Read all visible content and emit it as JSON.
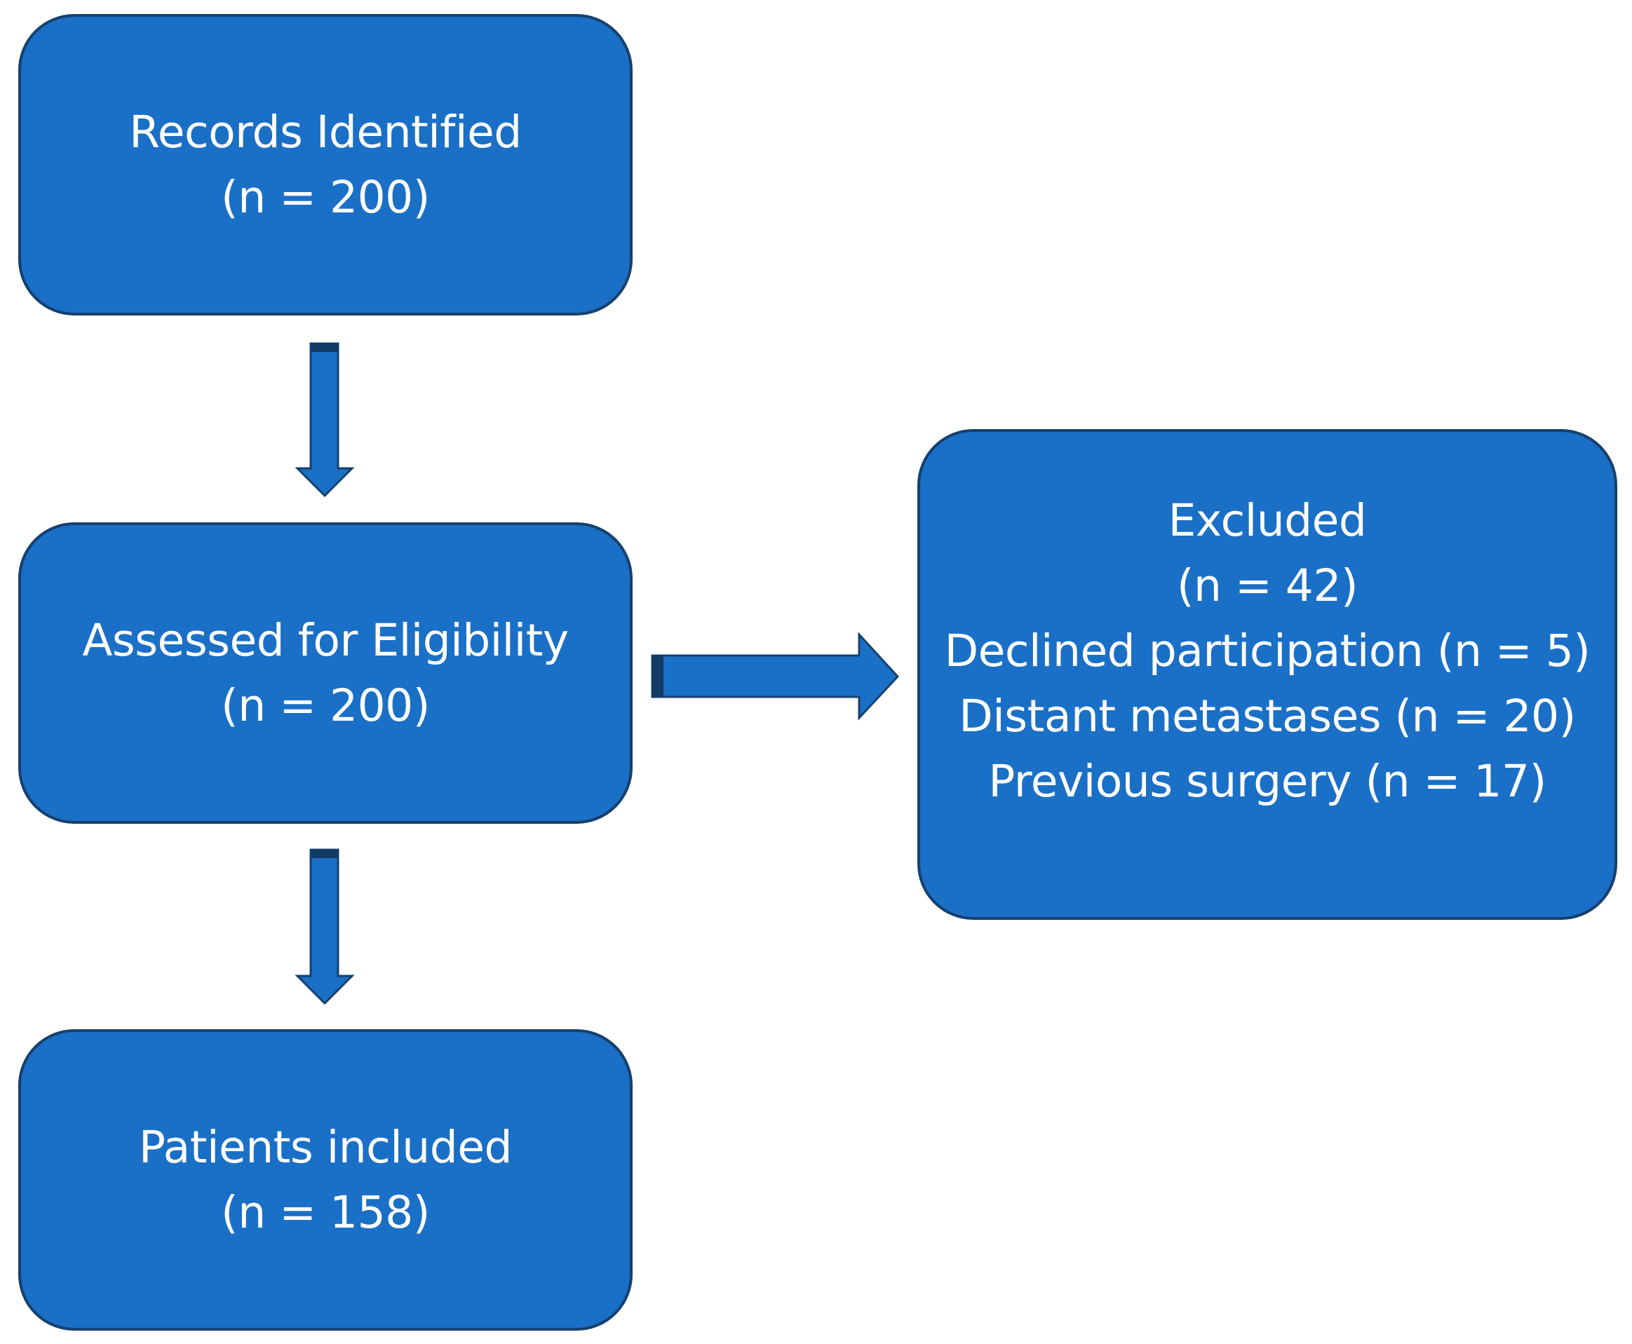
{
  "colors": {
    "box_fill": "#1a6fc6",
    "box_border": "#15406e",
    "arrow_fill": "#1a6fc6",
    "arrow_shade": "#113a66",
    "text": "#ffffff"
  },
  "nodes": {
    "records": {
      "title": "Records Identified",
      "count": "(n = 200)"
    },
    "assessed": {
      "title": "Assessed for Eligibility",
      "count": "(n = 200)"
    },
    "patients": {
      "title": "Patients included",
      "count": "(n = 158)"
    },
    "excluded": {
      "title": "Excluded",
      "count": "(n = 42)",
      "reasons": [
        "Declined participation (n = 5)",
        "Distant metastases (n = 20)",
        "Previous surgery (n = 17)"
      ]
    }
  },
  "edges": [
    {
      "from": "records",
      "to": "assessed"
    },
    {
      "from": "assessed",
      "to": "patients"
    },
    {
      "from": "assessed",
      "to": "excluded"
    }
  ]
}
